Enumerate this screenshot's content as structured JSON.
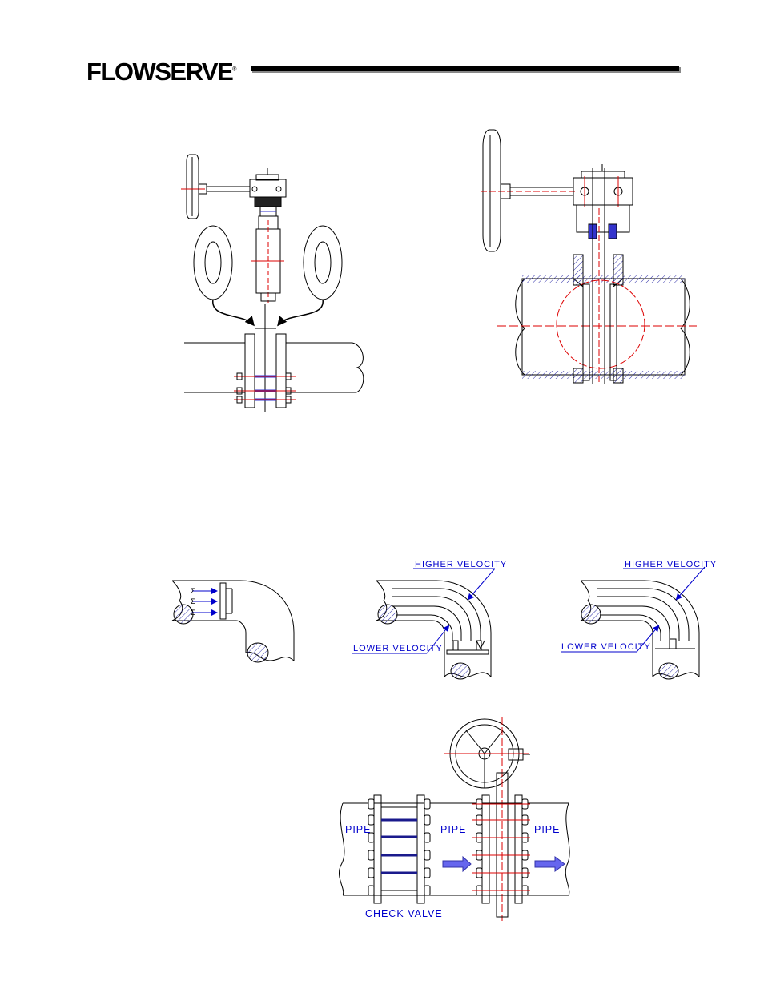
{
  "header": {
    "logo_text": "FLOWSERVE",
    "registered_mark": "®"
  },
  "colors": {
    "line": "#000000",
    "centerline": "#dd0000",
    "label": "#0000cc",
    "hatch": "#3333aa",
    "flow_arrow": "#6666ee"
  },
  "figures": {
    "elbow_center": {
      "higher_velocity": "HIGHER VELOCITY",
      "lower_velocity": "LOWER VELOCITY"
    },
    "elbow_right": {
      "higher_velocity": "HIGHER VELOCITY",
      "lower_velocity": "LOWER VELOCITY"
    },
    "piping": {
      "pipe_left": "PIPE",
      "pipe_middle": "PIPE",
      "pipe_right": "PIPE",
      "check_valve": "CHECK VALVE"
    }
  }
}
